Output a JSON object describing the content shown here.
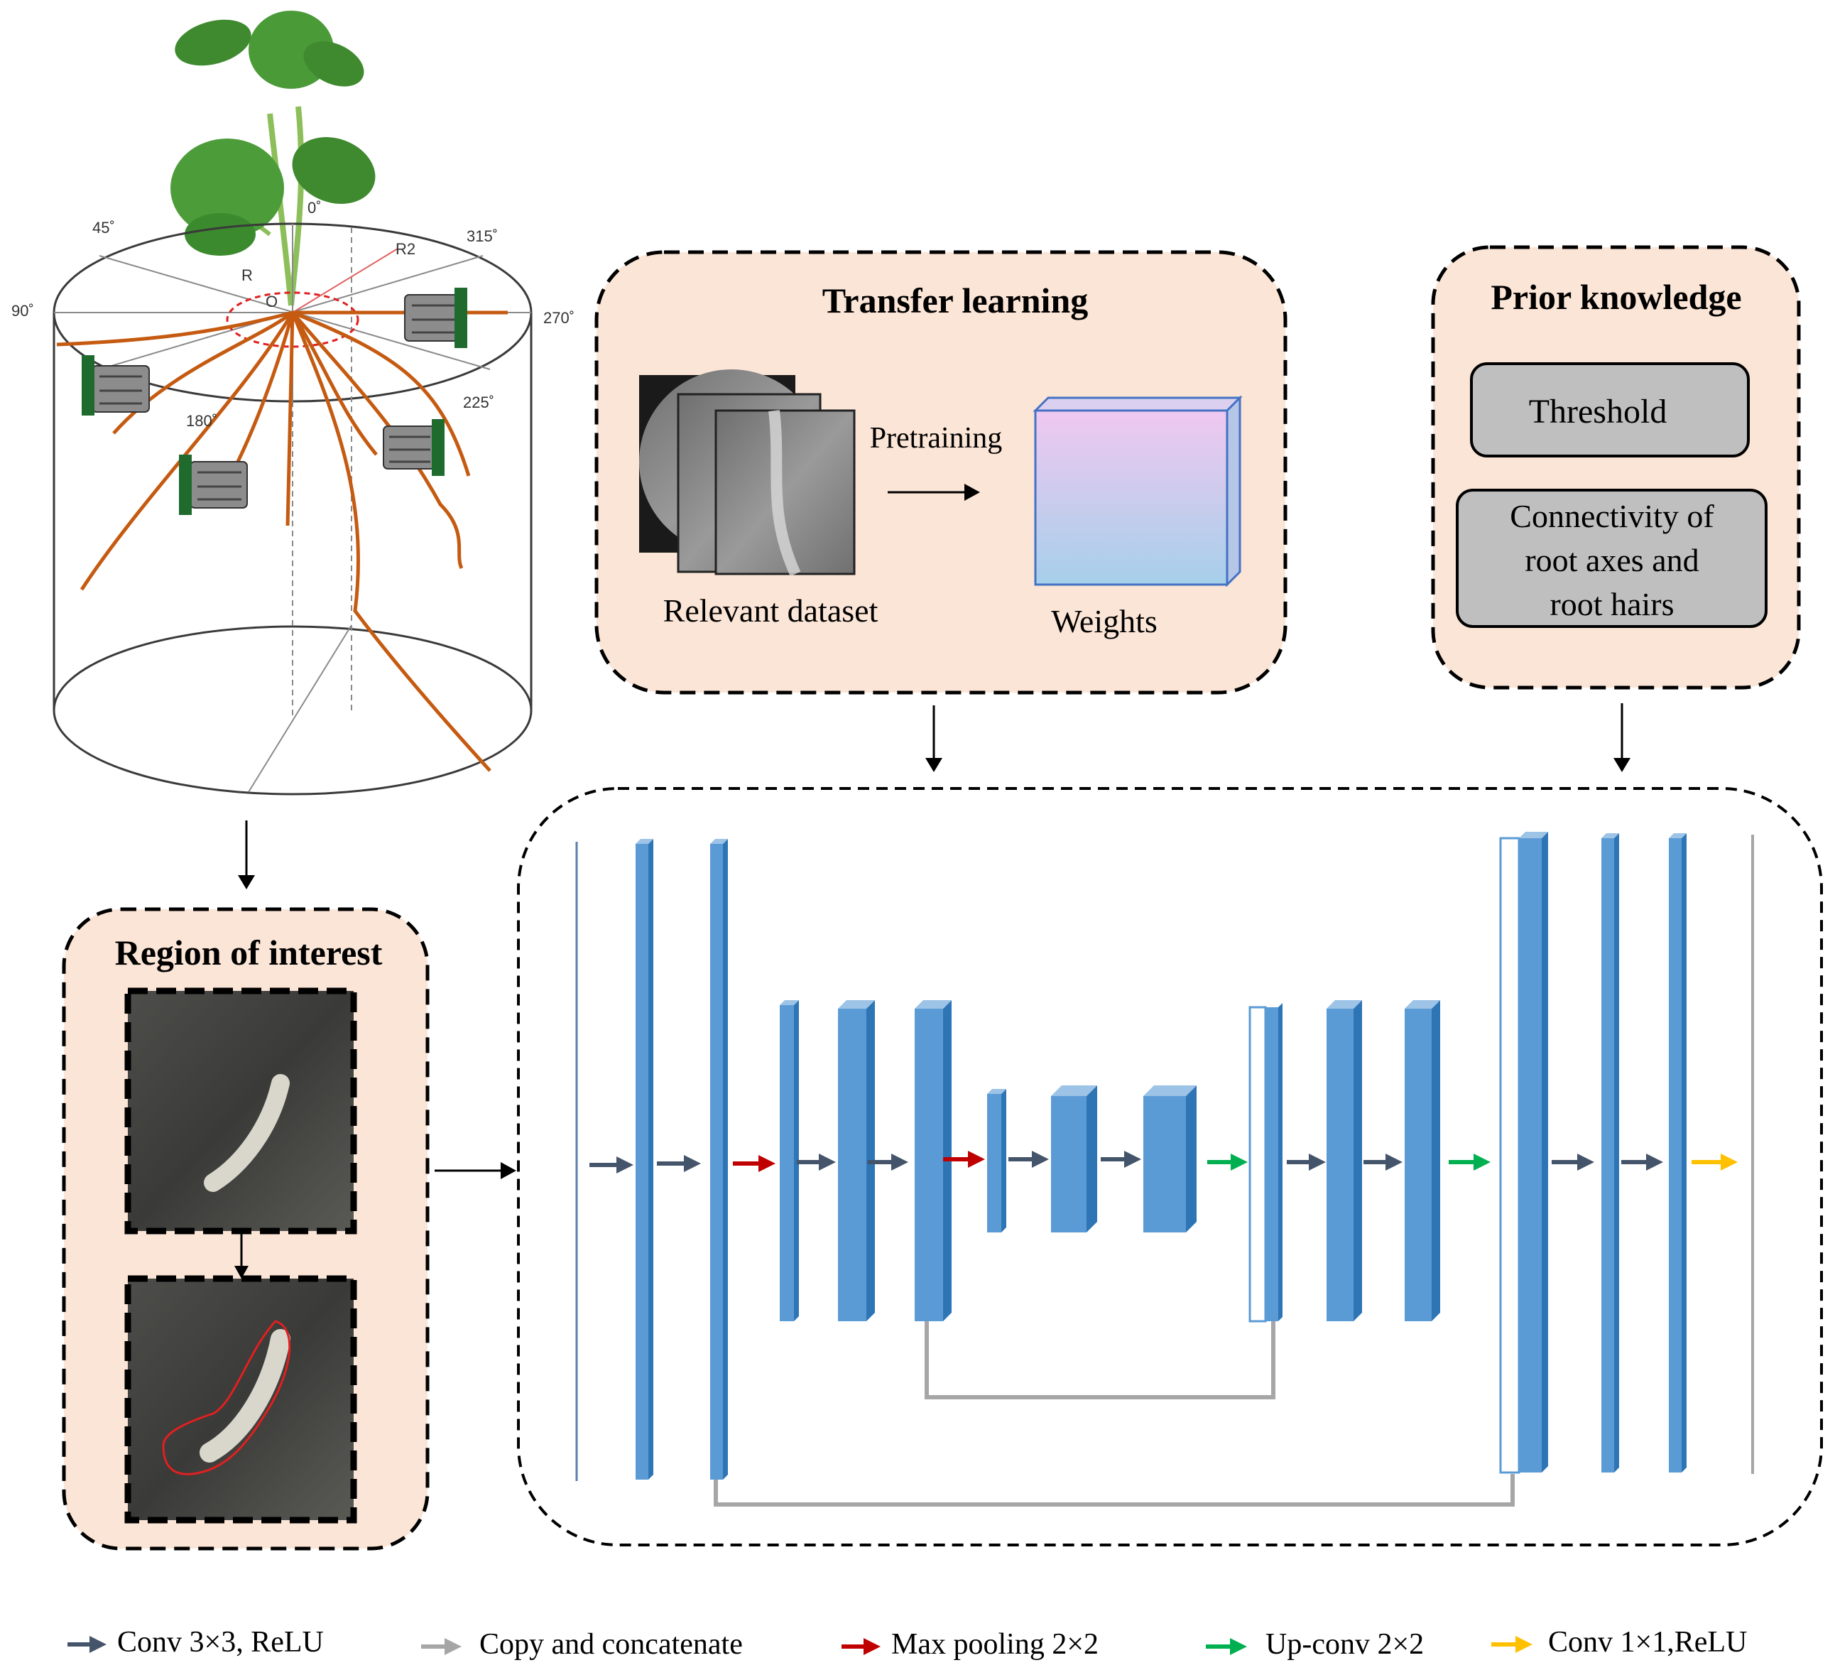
{
  "cylinder": {
    "angle_labels": [
      "0˚",
      "45˚",
      "90˚",
      "180˚",
      "225˚",
      "270˚",
      "315˚"
    ],
    "radius_labels": [
      "R",
      "R2",
      "O"
    ]
  },
  "transfer_learning": {
    "title": "Transfer learning",
    "dataset_label": "Relevant dataset",
    "arrow_label": "Pretraining",
    "weights_label": "Weights"
  },
  "prior_knowledge": {
    "title": "Prior knowledge",
    "items": [
      "Threshold",
      "Connectivity of",
      "root axes and",
      "root hairs"
    ]
  },
  "roi": {
    "title": "Region of interest"
  },
  "legend": {
    "items": [
      {
        "label": "Conv 3×3, ReLU",
        "color": "#44546a"
      },
      {
        "label": "Copy and concatenate",
        "color": "#a6a6a6"
      },
      {
        "label": "Max pooling 2×2",
        "color": "#c00000"
      },
      {
        "label": "Up-conv 2×2",
        "color": "#00b050"
      },
      {
        "label": "Conv 1×1,ReLU",
        "color": "#ffc000"
      }
    ]
  },
  "colors": {
    "panel_fill": "#fbe5d6",
    "block_blue": "#5b9bd5",
    "block_dark": "#2e75b6",
    "root_orange": "#c55a11",
    "conv_arrow": "#44546a",
    "copy_line": "#a6a6a6",
    "pool_arrow": "#c00000",
    "upconv_arrow": "#00b050",
    "final_arrow": "#ffc000"
  }
}
